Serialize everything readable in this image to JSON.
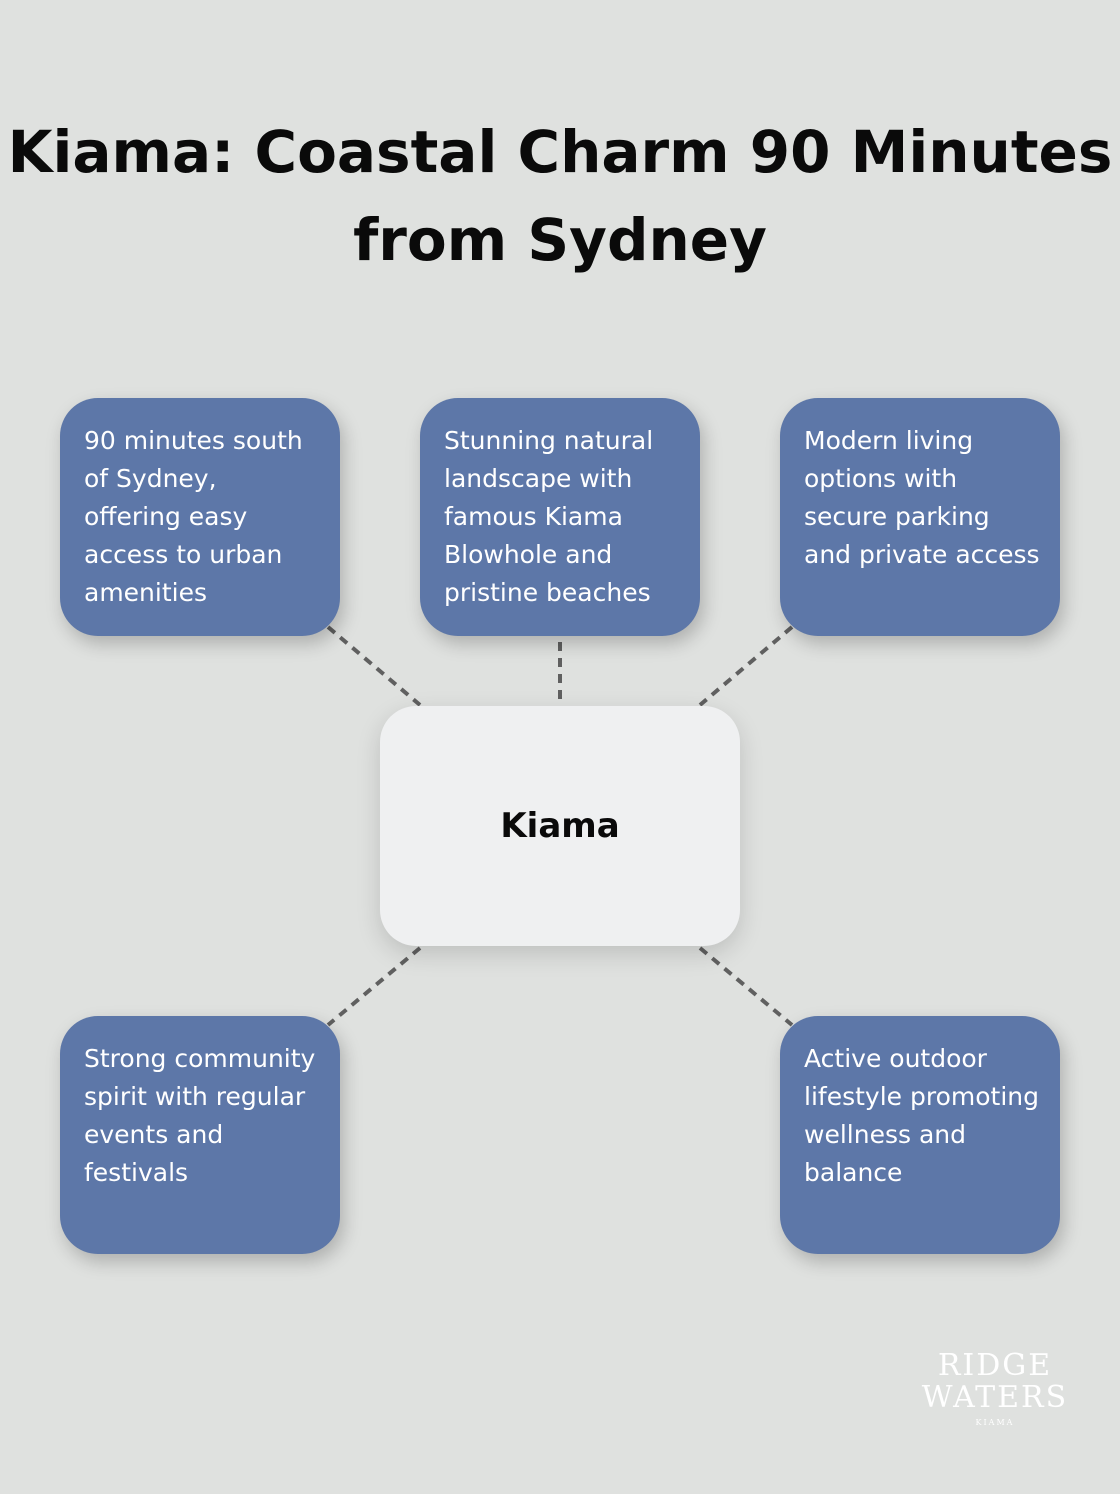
{
  "title": "Kiama: Coastal Charm 90 Minutes from Sydney",
  "center": {
    "label": "Kiama"
  },
  "nodes": [
    {
      "text": "90 minutes south of Sydney, offering easy access to urban amenities"
    },
    {
      "text": "Stunning natural landscape with famous Kiama Blowhole and pristine beaches"
    },
    {
      "text": "Modern living options with secure parking and private access"
    },
    {
      "text": "Strong community spirit with regular events and festivals"
    },
    {
      "text": "Active outdoor lifestyle promoting wellness and balance"
    }
  ],
  "logo": {
    "line1": "RIDGE",
    "line2": "WATERS",
    "line3": "KIAMA"
  },
  "colors": {
    "background": "#dfe1df",
    "node": "#5d77a8",
    "center": "#eff0f1",
    "connector": "#606060"
  }
}
